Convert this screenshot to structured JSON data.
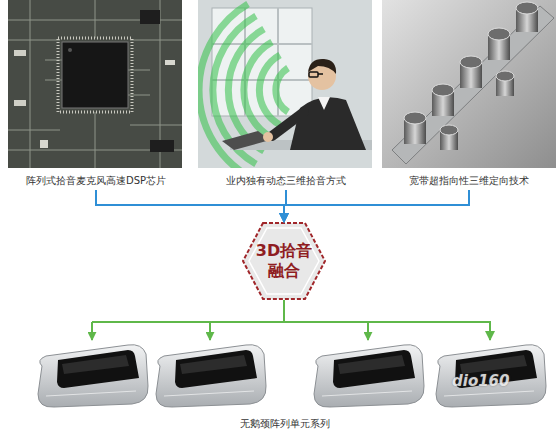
{
  "diagram": {
    "nodes": [
      {
        "text": [
          "阵列式拾音麦克风高速DSP芯片"
        ]
      },
      {
        "text": [
          "业内独有动态三维拾音方式"
        ]
      },
      {
        "text": [
          "宽带超指向性三维定向技术"
        ]
      },
      {
        "text": [
          "3D拾音 融合"
        ]
      },
      {
        "text": [
          "无鹅颈阵列单元系列"
        ]
      }
    ],
    "edges": [
      {
        "from": 0,
        "to": 3,
        "arrow": "to"
      },
      {
        "from": 1,
        "to": 3,
        "arrow": "to"
      },
      {
        "from": 2,
        "to": 3,
        "arrow": "to"
      },
      {
        "from": 3,
        "to": 4,
        "arrow": "to"
      }
    ],
    "labels": [
      "dio160"
    ]
  }
}
